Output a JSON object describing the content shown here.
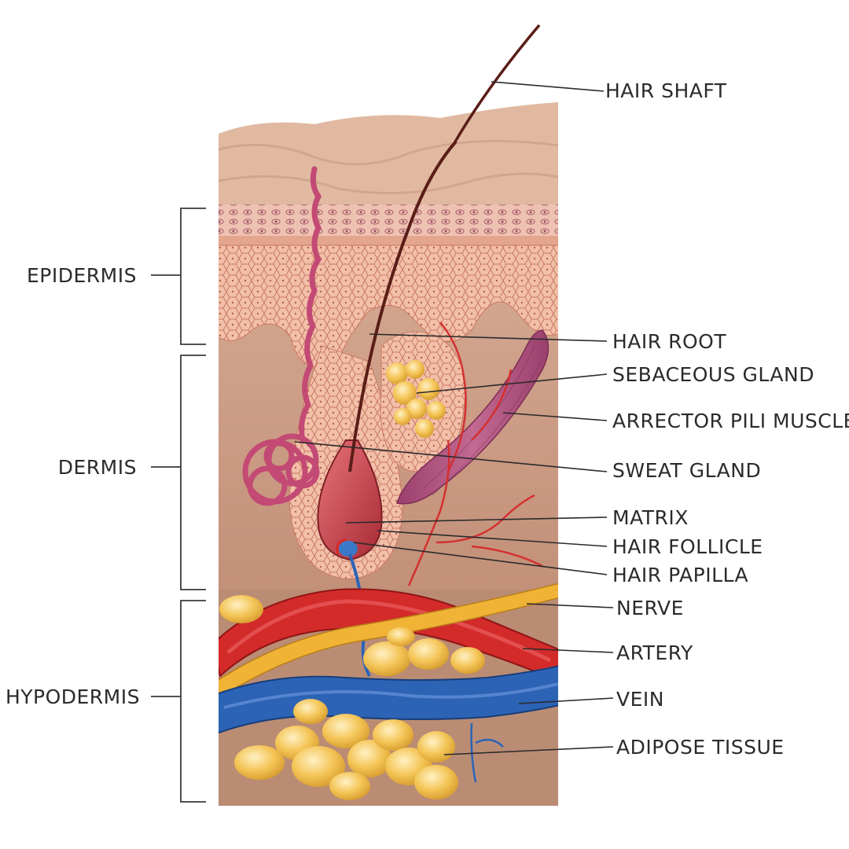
{
  "layers": {
    "epidermis": "EPIDERMIS",
    "dermis": "DERMIS",
    "hypodermis": "HYPODERMIS"
  },
  "labels": {
    "hair_shaft": "HAIR SHAFT",
    "hair_root": "HAIR ROOT",
    "sebaceous_gland": "SEBACEOUS GLAND",
    "arrector_pili_muscle": "ARRECTOR PILI MUSCLE",
    "sweat_gland": "SWEAT GLAND",
    "matrix": "MATRIX",
    "hair_follicle": "HAIR FOLLICLE",
    "hair_papilla": "HAIR PAPILLA",
    "nerve": "NERVE",
    "artery": "ARTERY",
    "vein": "VEIN",
    "adipose_tissue": "ADIPOSE TISSUE"
  },
  "colors": {
    "skin_surface": "#e2bba3",
    "epidermis": "#f0b8a2",
    "cell_outline": "#c97a62",
    "dermis": "#c99b83",
    "hypodermis": "#b98a72",
    "hair": "#5a1d17",
    "follicle": "#c24a4a",
    "sweat_gland": "#c8557a",
    "muscle": "#a8507a",
    "artery": "#d42a2a",
    "vein": "#2a64b8",
    "nerve": "#f2b33a",
    "fat": "#f3c35a"
  }
}
